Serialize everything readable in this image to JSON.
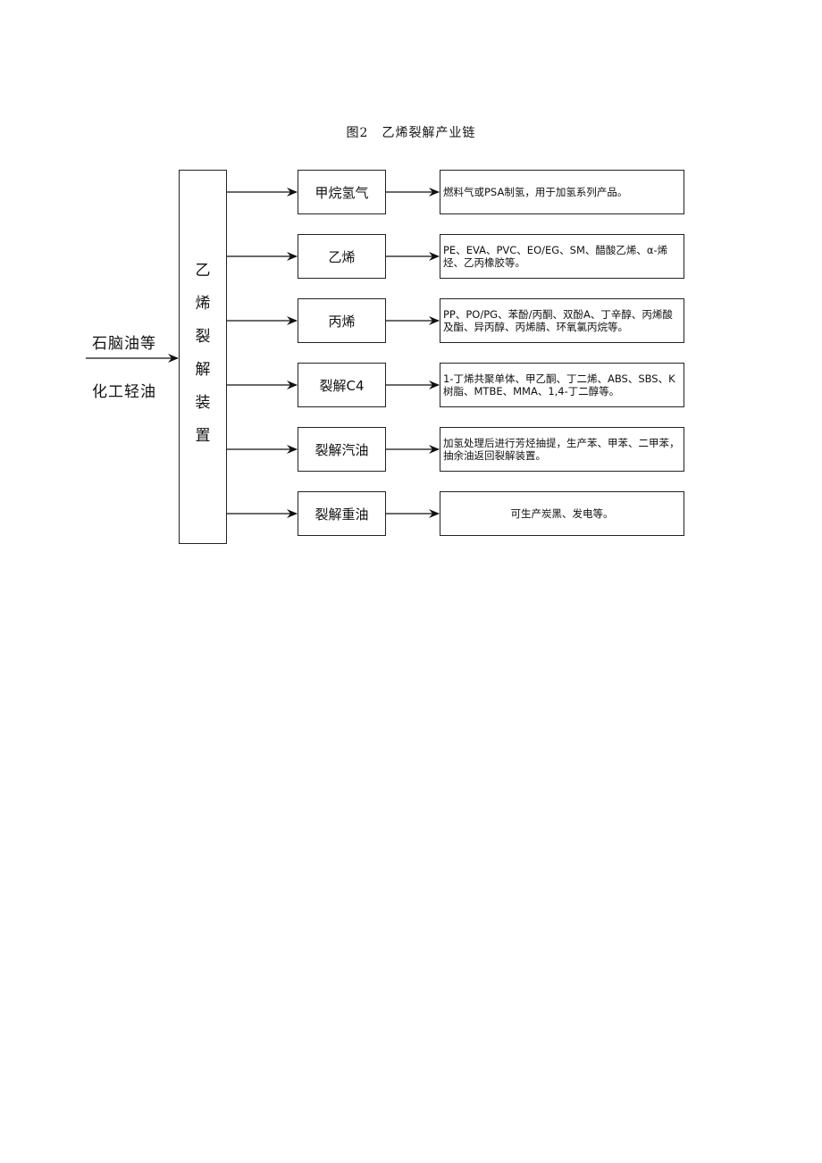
{
  "caption": "图2　乙烯裂解产业链",
  "input": {
    "line1": "石脑油等",
    "line2": "化工轻油"
  },
  "unit": {
    "chars": [
      "乙",
      "烯",
      "裂",
      "解",
      "装",
      "置"
    ]
  },
  "products": [
    {
      "label": "甲烷氢气",
      "description": "燃料气或PSA制氢，用于加氢系列产品。"
    },
    {
      "label": "乙烯",
      "description": "PE、EVA、PVC、EO/EG、SM、醋酸乙烯、α-烯烃、乙丙橡胶等。"
    },
    {
      "label": "丙烯",
      "description": "PP、PO/PG、苯酚/丙酮、双酚A、丁辛醇、丙烯酸及酯、异丙醇、丙烯腈、环氧氯丙烷等。"
    },
    {
      "label": "裂解C4",
      "description": "1-丁烯共聚单体、甲乙酮、丁二烯、ABS、SBS、K树脂、MTBE、MMA、1,4-丁二醇等。"
    },
    {
      "label": "裂解汽油",
      "description": "加氢处理后进行芳烃抽提，生产苯、甲苯、二甲苯，抽余油返回裂解装置。"
    },
    {
      "label": "裂解重油",
      "description": "可生产炭黑、发电等。"
    }
  ]
}
